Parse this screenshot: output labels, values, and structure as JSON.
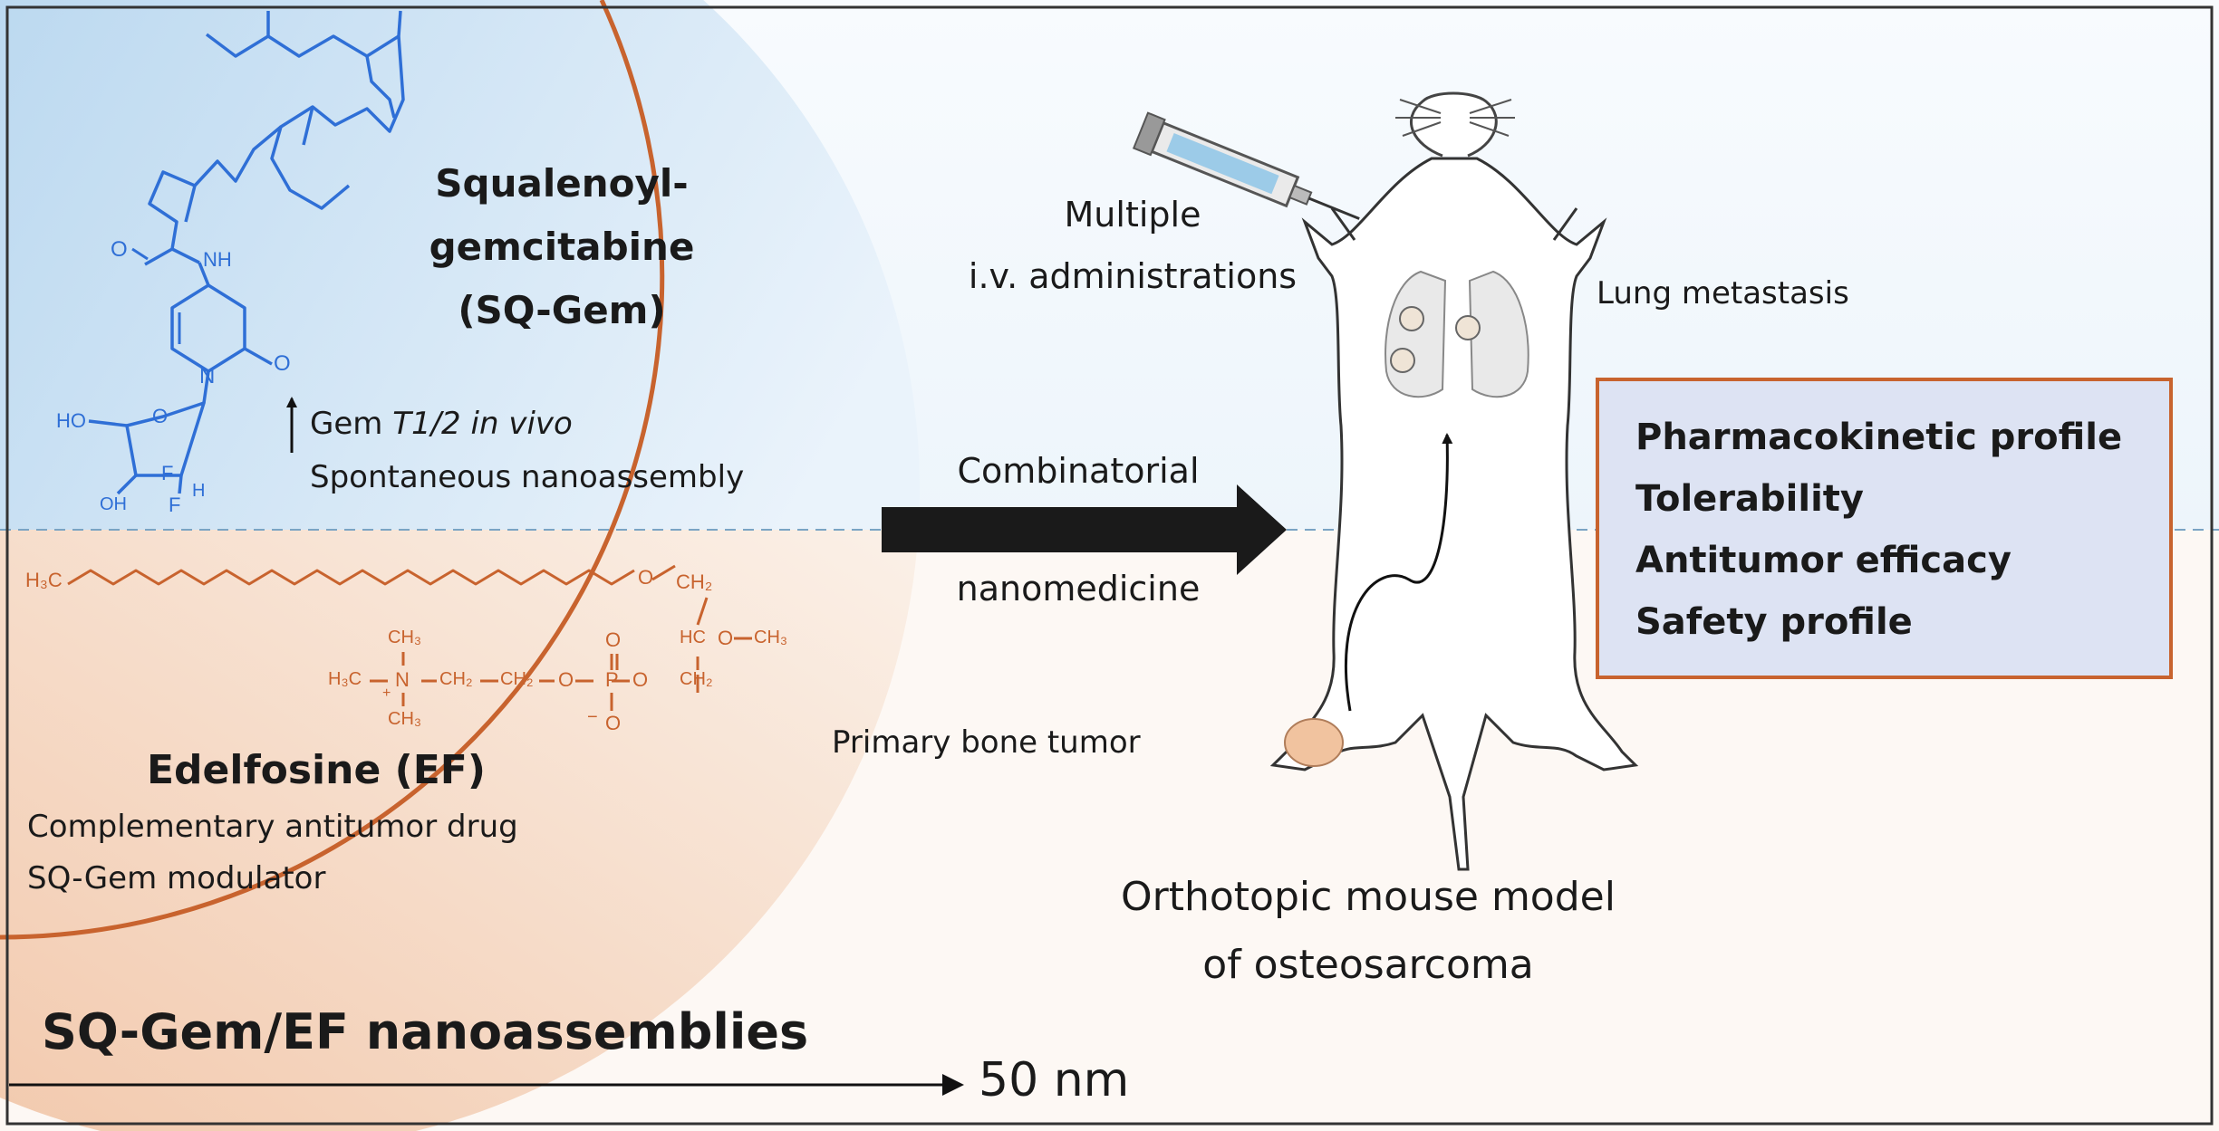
{
  "drugs": {
    "sq_gem": {
      "name_line1": "Squalenoyl-",
      "name_line2": "gemcitabine",
      "name_line3": "(SQ-Gem)",
      "note_prefix": "Gem",
      "note_t": "T1/2",
      "note_invivo": "in vivo",
      "note_line2": "Spontaneous nanoassembly",
      "colors": {
        "structure": "#2f6fd6",
        "region": "#d6e8f6"
      }
    },
    "ef": {
      "name": "Edelfosine (EF)",
      "desc_line1": "Complementary antitumor drug",
      "desc_line2": "SQ-Gem modulator",
      "colors": {
        "structure": "#c8632e",
        "region": "#f6e6d8"
      }
    }
  },
  "structure_labels": {
    "sqgem": {
      "o_amide": "O",
      "nh": "NH",
      "o_ring": "O",
      "n_ring": "N",
      "ho": "HO",
      "o_sugar": "O",
      "f1": "F",
      "f2": "F",
      "oh": "OH",
      "h": "H"
    },
    "ef": {
      "h3c_chain": "H₃C",
      "o_ether": "O",
      "ch2_top": "CH₂",
      "ch3_n": "CH₃",
      "h3c_n": "H₃C",
      "n_plus": "N",
      "plus": "+",
      "ch2_a": "CH₂",
      "ch2_b": "CH₂",
      "o_1": "O",
      "p": "P",
      "o_2": "O",
      "o_dbl": "O",
      "o_minus": "O",
      "minus": "−",
      "ch3_bottom": "CH₃",
      "hc": "HC",
      "o_3": "O",
      "ch3_right": "CH₃",
      "ch2_right": "CH₂"
    }
  },
  "arrow": {
    "line1": "Combinatorial",
    "line2": "nanomedicine"
  },
  "model": {
    "admin_line1": "Multiple",
    "admin_line2": "i.v. administrations",
    "lung": "Lung metastasis",
    "tumor": "Primary bone tumor",
    "title_line1": "Orthotopic mouse model",
    "title_line2": "of osteosarcoma"
  },
  "outcomes": {
    "items": [
      "Pharmacokinetic profile",
      "Tolerability",
      "Antitumor efficacy",
      "Safety profile"
    ],
    "colors": {
      "border": "#c8632e",
      "fill": "#dde3f3"
    }
  },
  "footer": {
    "title": "SQ-Gem/EF nanoassemblies",
    "scale": "50 nm"
  }
}
